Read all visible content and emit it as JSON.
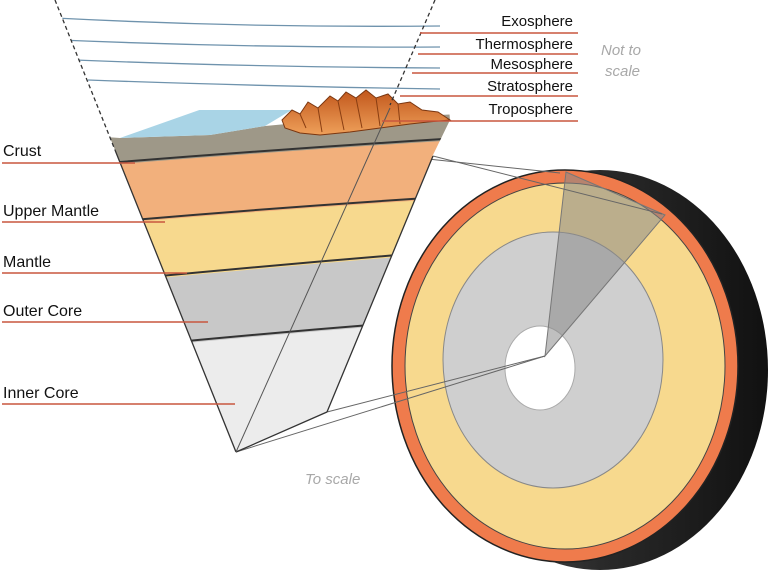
{
  "colors": {
    "leader_line": "#c8573f",
    "atmosphere_line": "#6f93ad",
    "sky": "#a9d4e6",
    "mountains": "#d9742e",
    "crust": "#9e9888",
    "upper_mantle": "#f2b07c",
    "mantle": "#f7d98e",
    "outer_core": "#c8c8c8",
    "inner_core": "#ececec",
    "sphere_rim": "#ef7b4c",
    "sphere_shadow": "#1e1e1e",
    "note_text": "#a8a8a8"
  },
  "atmosphere_labels": {
    "exosphere": "Exosphere",
    "thermosphere": "Thermosphere",
    "mesosphere": "Mesosphere",
    "stratosphere": "Stratosphere",
    "troposphere": "Troposphere"
  },
  "layer_labels": {
    "crust": "Crust",
    "upper_mantle": "Upper Mantle",
    "mantle": "Mantle",
    "outer_core": "Outer Core",
    "inner_core": "Inner Core"
  },
  "notes": {
    "not_to_scale_line1": "Not to",
    "not_to_scale_line2": "scale",
    "to_scale": "To scale"
  }
}
